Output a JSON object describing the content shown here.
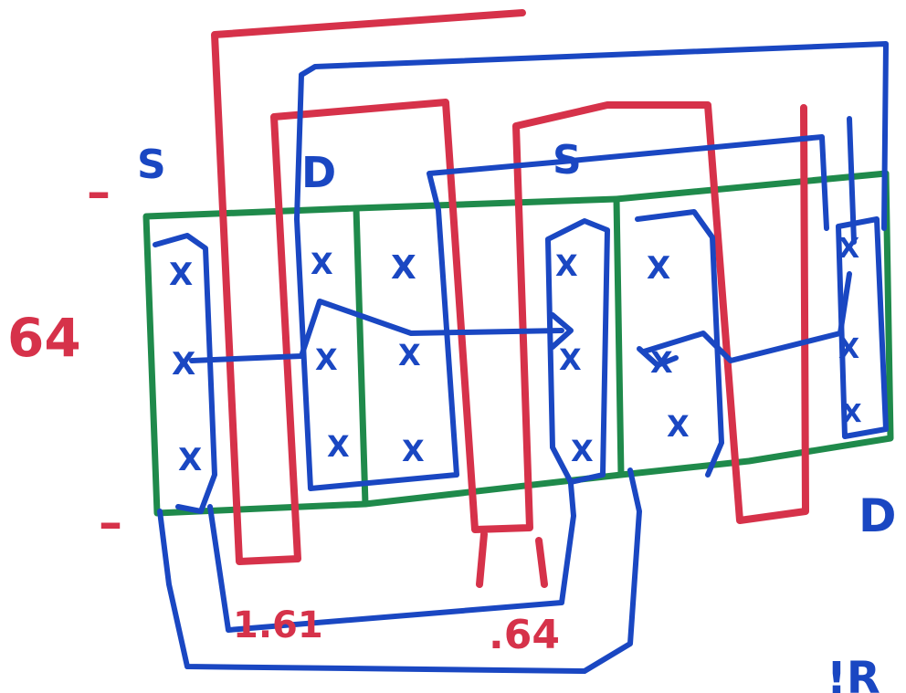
{
  "colors": {
    "blue": "#1a47c2",
    "red": "#d6324a",
    "green": "#1f8a4b",
    "background": "#ffffff"
  },
  "labels": {
    "source_top": "S",
    "drain_top": "D",
    "source_mid": "S",
    "drain_right": "D",
    "dimension_left": "64",
    "dimension_bottom_left": "1.61",
    "dimension_bottom_mid": ".64",
    "corner_fragment": "!R",
    "dash_top": "–",
    "dash_bottom": "–"
  },
  "contact_mark": "X"
}
